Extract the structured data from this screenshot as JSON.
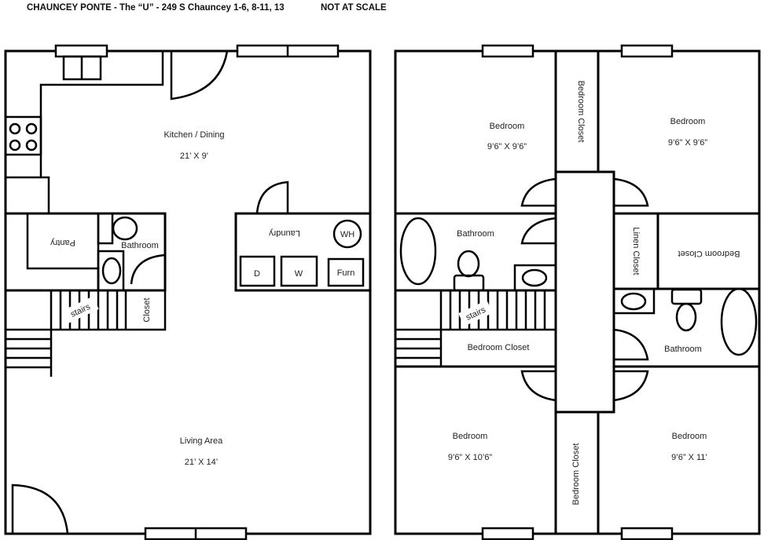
{
  "header": {
    "title": "CHAUNCEY PONTE - The “U” - 249 S Chauncey 1-6, 8-11, 13",
    "scale_note": "NOT AT SCALE"
  },
  "first_floor": {
    "kitchen": {
      "label": "Kitchen / Dining",
      "size": "21’ X 9’"
    },
    "living": {
      "label": "Living Area",
      "size": "21’ X 14’"
    },
    "pantry": {
      "label": "Pantry"
    },
    "bathroom": {
      "label": "Bathroom"
    },
    "closet": {
      "label": "Closet"
    },
    "stairs": {
      "label": "stairs"
    },
    "laundry": {
      "label": "Laundry",
      "dryer": "D",
      "washer": "W",
      "furnace": "Furn",
      "water_heater": "WH"
    }
  },
  "second_floor": {
    "bedroom_nw": {
      "label": "Bedroom",
      "size": "9’6” X 9’6”"
    },
    "bedroom_ne": {
      "label": "Bedroom",
      "size": "9’6” X 9’6”"
    },
    "bedroom_sw": {
      "label": "Bedroom",
      "size": "9’6” X 10’6”"
    },
    "bedroom_se": {
      "label": "Bedroom",
      "size": "9’6” X 11’"
    },
    "closet_top": {
      "label": "Bedroom Closet"
    },
    "closet_bottom": {
      "label": "Bedroom Closet"
    },
    "closet_mid_left": {
      "label": "Bedroom Closet"
    },
    "closet_mid_right": {
      "label": "Bedroom Closet"
    },
    "linen": {
      "label": "Linen Closet"
    },
    "bath_left": {
      "label": "Bathroom"
    },
    "bath_right": {
      "label": "Bathroom"
    },
    "stairs": {
      "label": "stairs"
    }
  }
}
